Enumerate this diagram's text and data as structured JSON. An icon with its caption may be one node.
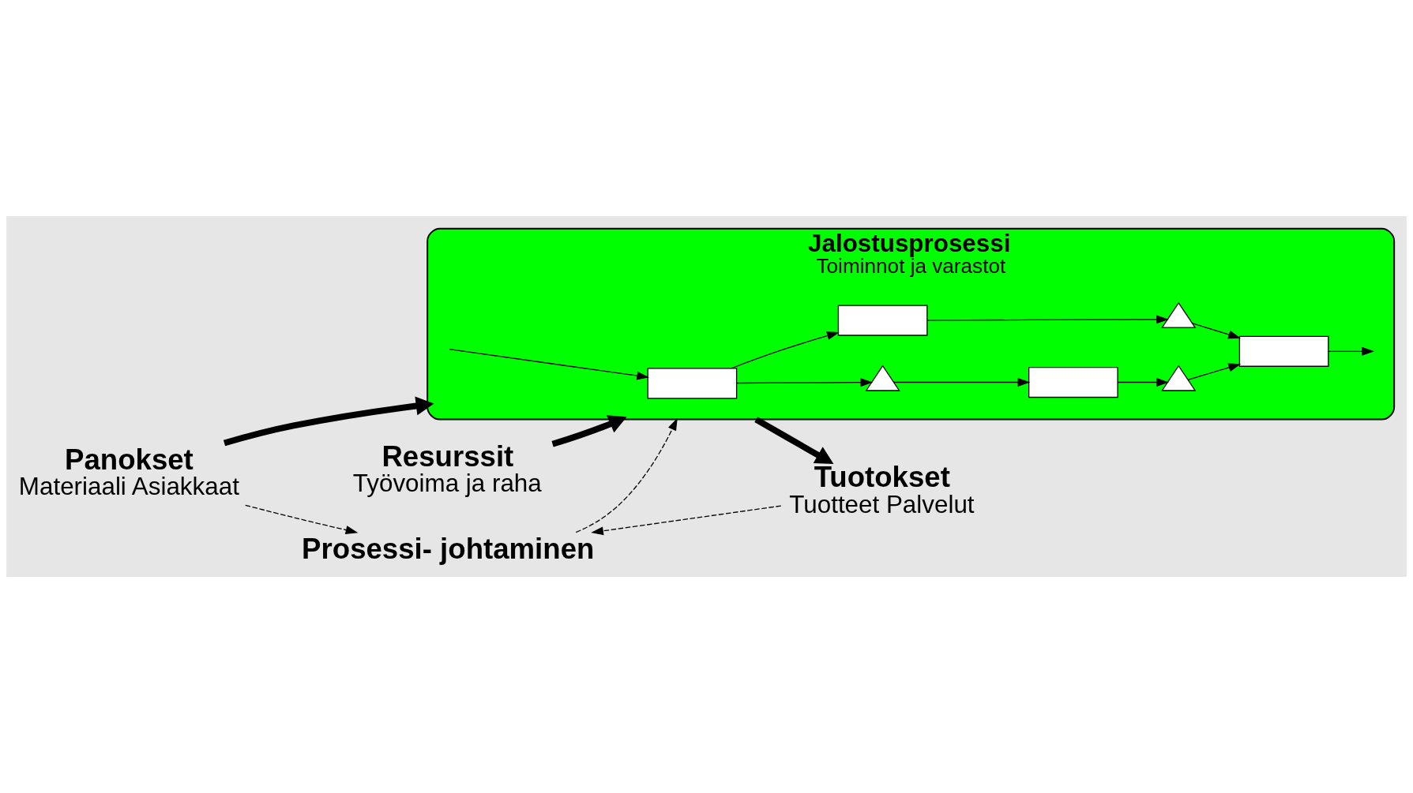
{
  "diagram": {
    "nodes": [
      {
        "text": [
          "Prosessi- johtaminen"
        ]
      },
      {
        "text": [
          "Panokset",
          "Materiaali Asiakkaat"
        ]
      },
      {
        "text": [
          "Jalostusprosessi",
          "Toiminnot ja varastot"
        ]
      },
      {
        "text": [],
        "shape": "box",
        "in": 2
      },
      {
        "text": [],
        "shape": "triangle",
        "in": 2
      },
      {
        "text": [],
        "shape": "box",
        "in": 2
      },
      {
        "text": [],
        "shape": "triangle",
        "in": 2
      },
      {
        "text": [],
        "shape": "box",
        "in": 2
      },
      {
        "text": [],
        "shape": "box",
        "in": 2
      },
      {
        "text": [],
        "shape": "triangle",
        "in": 2
      },
      {
        "text": [
          "Tuotokset",
          "Tuotteet Palvelut"
        ]
      },
      {
        "text": [
          "Resurssit",
          "Työvoima ja raha"
        ]
      }
    ],
    "edges": [
      {
        "from": 1,
        "to": 0,
        "arrow": "to",
        "style": "dashed"
      },
      {
        "from": 10,
        "to": 0,
        "arrow": "to",
        "style": "dashed"
      },
      {
        "from": 0,
        "to": 2,
        "arrow": "to",
        "style": "dashed"
      },
      {
        "from": 1,
        "to": 2,
        "arrow": "to",
        "style": "thick"
      },
      {
        "from": 2,
        "to": 10,
        "arrow": "to",
        "style": "thick"
      },
      {
        "from": 11,
        "to": 2,
        "arrow": "to",
        "style": "thick"
      },
      {
        "from": null,
        "to": 3,
        "arrow": "to"
      },
      {
        "from": 3,
        "to": 4,
        "arrow": "to"
      },
      {
        "from": 4,
        "to": 5,
        "arrow": "to"
      },
      {
        "from": 5,
        "to": 6,
        "arrow": "to"
      },
      {
        "from": 6,
        "to": 7,
        "arrow": "to"
      },
      {
        "from": 7,
        "to": null,
        "arrow": "to"
      },
      {
        "from": 3,
        "to": 8,
        "arrow": "to"
      },
      {
        "from": 8,
        "to": 9,
        "arrow": "to"
      },
      {
        "from": 9,
        "to": 7,
        "arrow": "to"
      }
    ]
  }
}
